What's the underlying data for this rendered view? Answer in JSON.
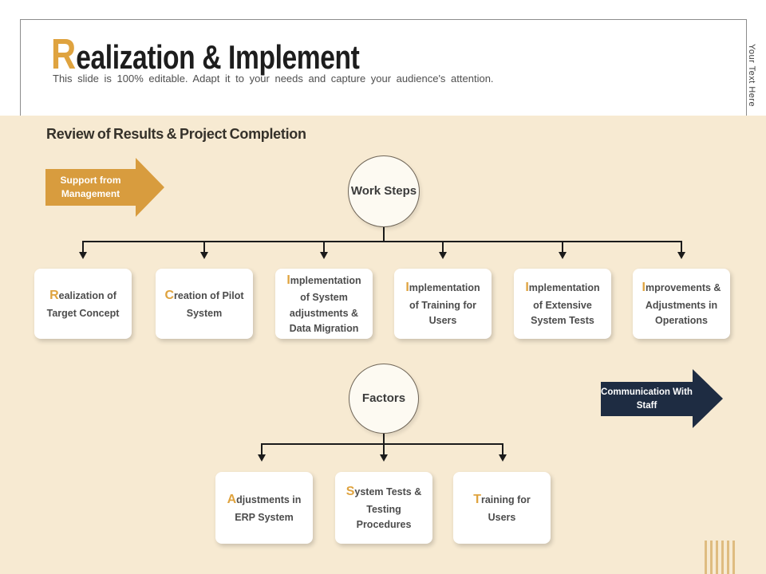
{
  "header": {
    "title_first": "R",
    "title_rest": "ealization & Implement",
    "subtitle": "This slide is 100% editable. Adapt it to your needs and capture your audience's attention.",
    "side_text": "Your Text Here"
  },
  "main": {
    "heading": "Review of Results & Project Completion",
    "support_arrow_label": "Support from Management",
    "communication_arrow_label": "Communication With Staff",
    "work_steps": {
      "label": "Work Steps",
      "items": [
        {
          "first": "R",
          "rest": "ealization of Target Concept"
        },
        {
          "first": "C",
          "rest": "reation of Pilot System"
        },
        {
          "first": "I",
          "rest": "mplementation of System adjustments & Data Migration"
        },
        {
          "first": "I",
          "rest": "mplementation of Training for Users"
        },
        {
          "first": "I",
          "rest": "mplementation of Extensive System Tests"
        },
        {
          "first": "I",
          "rest": "mprovements & Adjustments in Operations"
        }
      ]
    },
    "factors": {
      "label": "Factors",
      "items": [
        {
          "first": "A",
          "rest": "djustments in ERP System"
        },
        {
          "first": "S",
          "rest": "ystem Tests & Testing Procedures"
        },
        {
          "first": "T",
          "rest": "raining for Users"
        }
      ]
    }
  },
  "colors": {
    "gold": "#D89C3E",
    "gold_letter": "#DFA33F",
    "navy": "#1E2C42",
    "beige": "#F7EAD2",
    "line": "#1B1B1B",
    "text_dark": "#4C4C4C"
  }
}
